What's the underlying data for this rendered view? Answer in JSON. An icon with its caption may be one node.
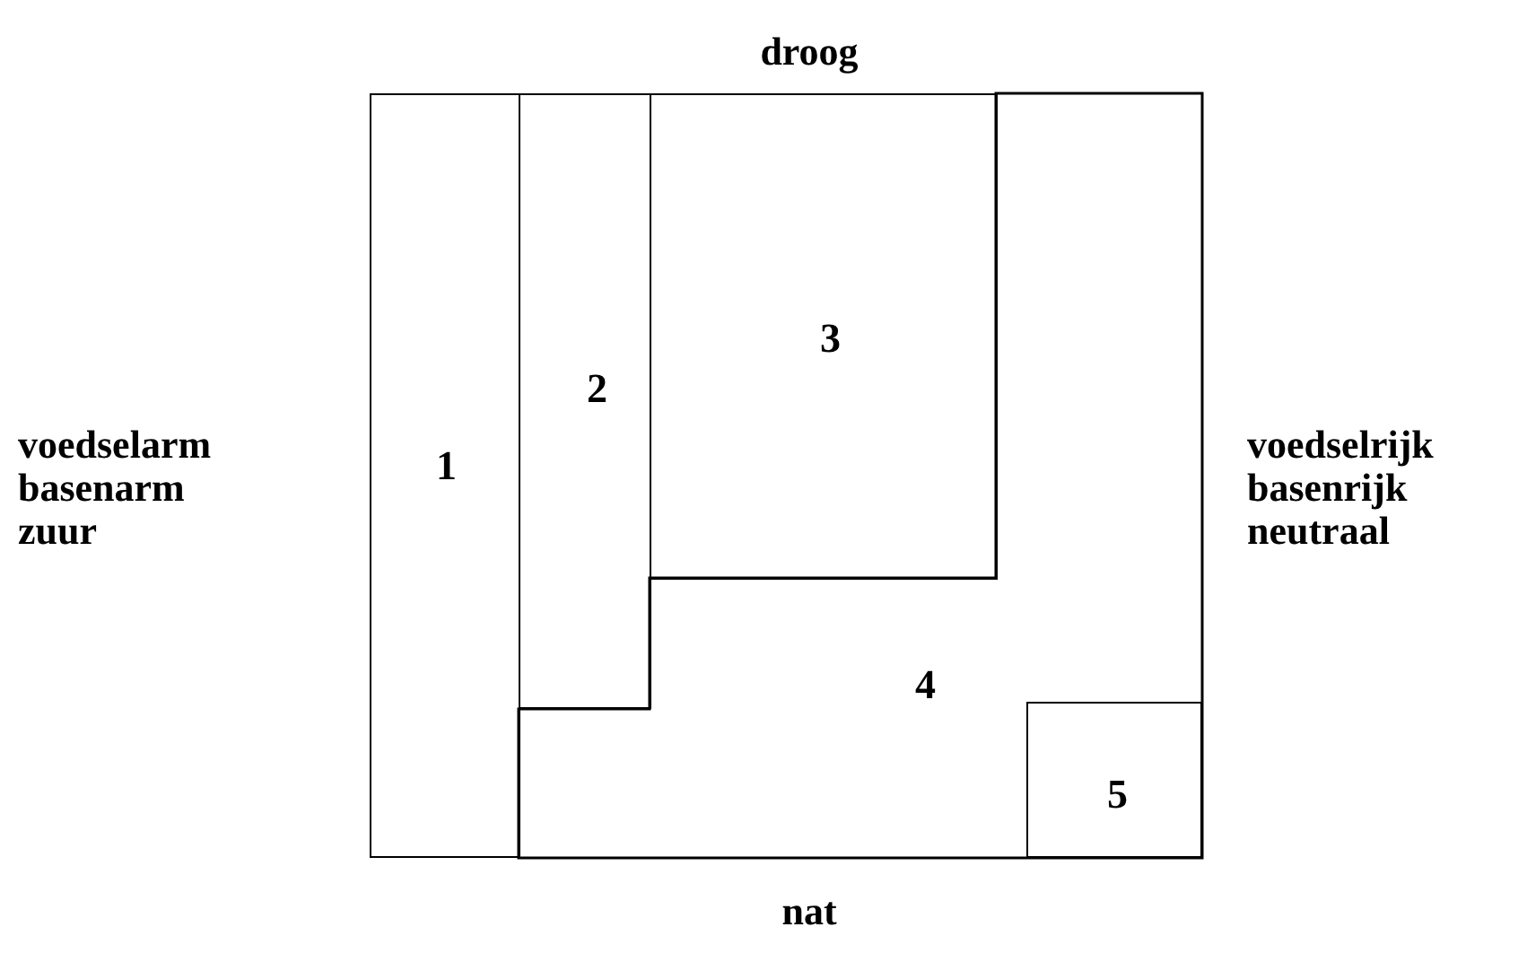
{
  "diagram": {
    "nodes": [
      {
        "text": [
          "1"
        ]
      },
      {
        "text": [
          "2"
        ]
      },
      {
        "text": [
          "3"
        ]
      },
      {
        "text": [
          "4"
        ]
      },
      {
        "text": [
          "5"
        ],
        "in": 3
      }
    ],
    "labels": [
      "droog",
      "voedselarm",
      "basenarm",
      "zuur",
      "voedselrijk",
      "basenrijk",
      "neutraal",
      "nat"
    ]
  }
}
